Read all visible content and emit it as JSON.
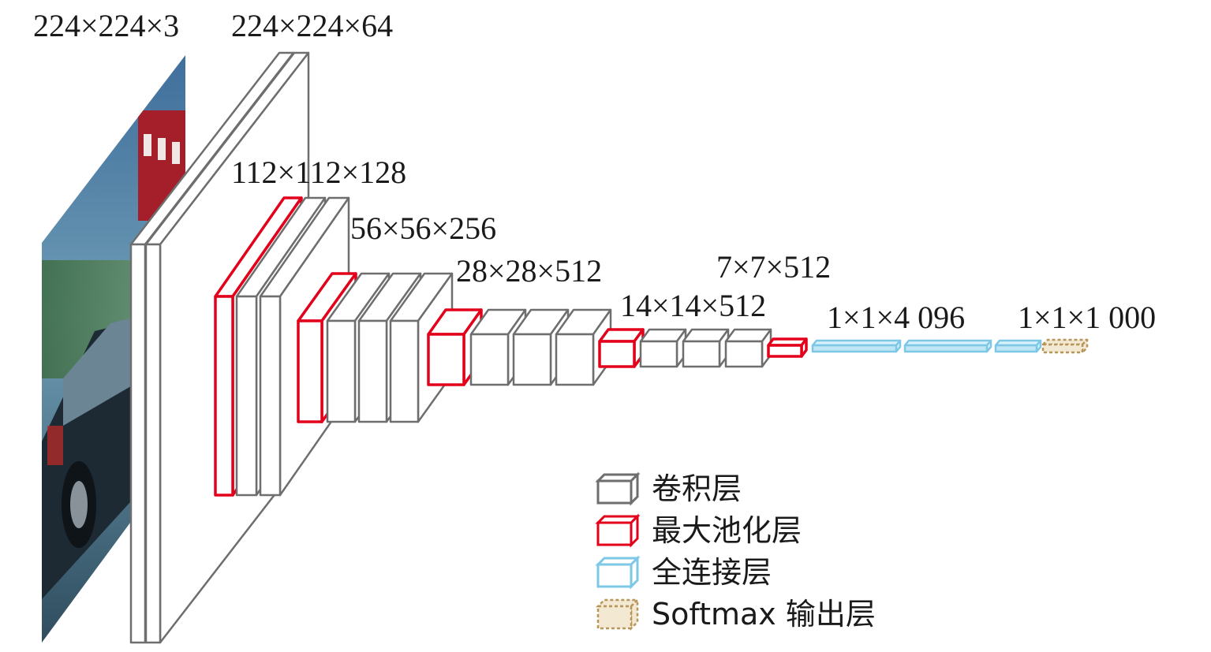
{
  "dimensions": {
    "input": "224×224×3",
    "conv1": "224×224×64",
    "conv2": "112×112×128",
    "conv3": "56×56×256",
    "conv4": "28×28×512",
    "conv5": "14×14×512",
    "pool5": "7×7×512",
    "fc": "1×1×4 096",
    "output": "1×1×1 000"
  },
  "legend": {
    "conv": "卷积层",
    "maxpool": "最大池化层",
    "fc": "全连接层",
    "softmax": "Softmax 输出层"
  },
  "colors": {
    "conv": "#6e6e6e",
    "maxpool": "#e3001b",
    "fc": "#7cc8e6",
    "softmax": "#b8965a"
  }
}
